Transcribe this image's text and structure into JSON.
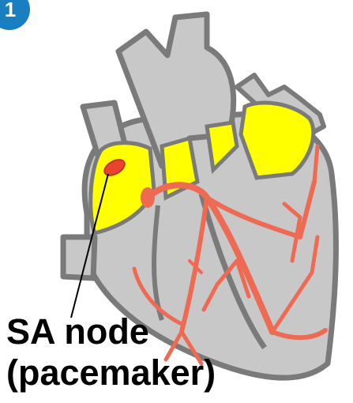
{
  "step": {
    "number": "1"
  },
  "labels": {
    "line1": "SA node",
    "line2": "(pacemaker)"
  },
  "colors": {
    "badge": "#1a7fc1",
    "heart_fill": "#c8c8c8",
    "heart_outline": "#7a7a7a",
    "atria_highlight": "#ffff00",
    "conduction_pathway": "#ee6a52",
    "sa_node": "#e8452f",
    "pointer_line": "#000000"
  },
  "icons": [
    "step-number-badge",
    "heart-illustration"
  ]
}
